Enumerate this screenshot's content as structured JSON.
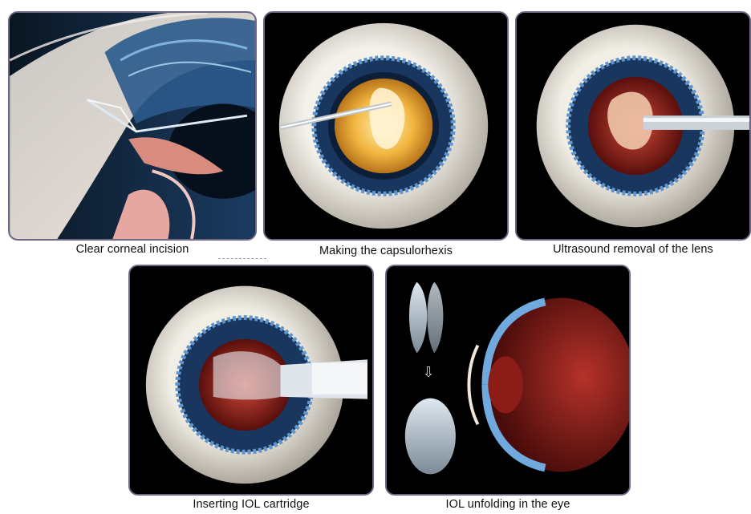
{
  "panels": [
    {
      "caption": "Clear corneal incision"
    },
    {
      "caption": "Making the capsulorhexis"
    },
    {
      "caption": "Ultrasound removal of the lens"
    },
    {
      "caption": "Inserting IOL cartridge"
    },
    {
      "caption": "IOL unfolding in the eye"
    }
  ],
  "colors": {
    "panel_border": "#6f6585",
    "sclera": "#e9e4dc",
    "iris": "#1d3f6e",
    "lens_yellow": "#f2b640",
    "retina_red": "#a0231c",
    "tissue_pink": "#e6a7a0"
  }
}
